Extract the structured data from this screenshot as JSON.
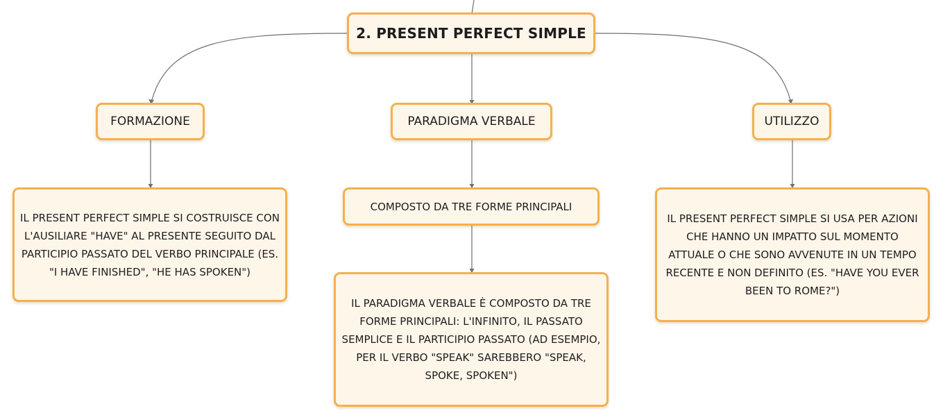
{
  "root": {
    "label": "2. PRESENT PERFECT SIMPLE"
  },
  "formazione": {
    "label": "FORMAZIONE",
    "detail": "IL PRESENT PERFECT SIMPLE SI COSTRUISCE CON L'AUSILIARE \"HAVE\" AL PRESENTE SEGUITO DAL PARTICIPIO PASSATO DEL VERBO PRINCIPALE (ES. \"I HAVE FINISHED\", \"HE HAS SPOKEN\")"
  },
  "paradigma": {
    "label": "PARADIGMA VERBALE",
    "sub": "COMPOSTO DA TRE FORME PRINCIPALI",
    "detail": "IL PARADIGMA VERBALE È COMPOSTO DA TRE FORME PRINCIPALI: L'INFINITO, IL PASSATO SEMPLICE E IL PARTICIPIO PASSATO (AD ESEMPIO, PER IL VERBO \"SPEAK\" SAREBBERO \"SPEAK, SPOKE, SPOKEN\")"
  },
  "utilizzo": {
    "label": "UTILIZZO",
    "detail": "IL PRESENT PERFECT SIMPLE SI USA PER AZIONI CHE HANNO UN IMPATTO SUL MOMENTO ATTUALE O CHE SONO AVVENUTE IN UN TEMPO RECENTE E NON DEFINITO (ES. \"HAVE YOU EVER BEEN TO ROME?\")"
  }
}
